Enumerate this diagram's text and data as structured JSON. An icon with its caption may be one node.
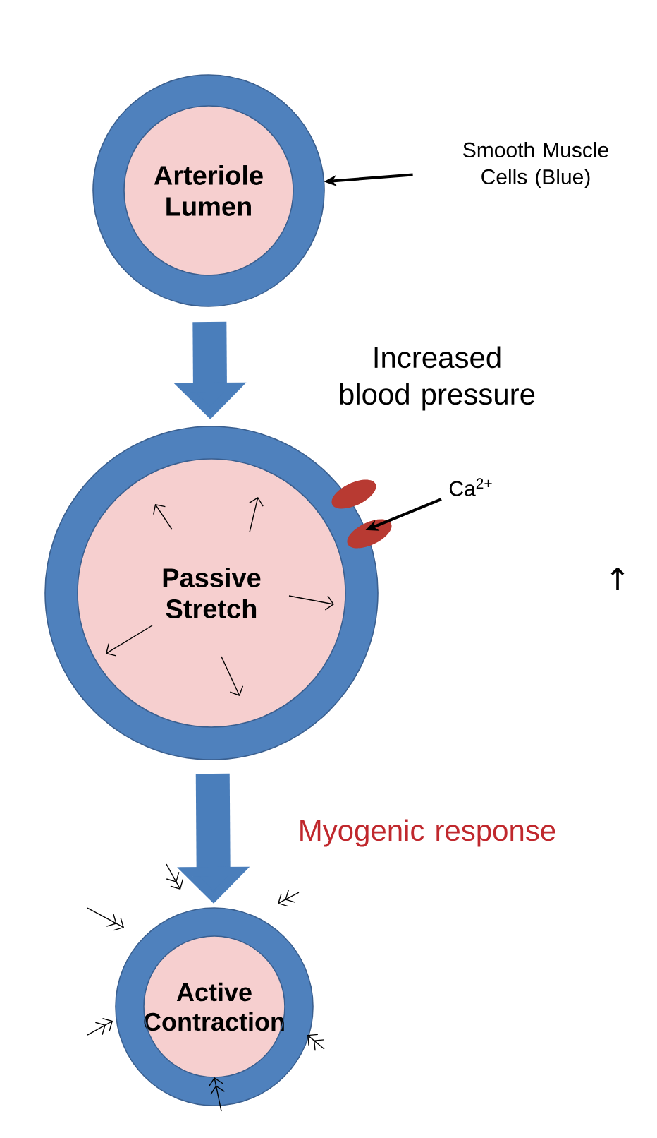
{
  "diagram": {
    "nodes": [
      {
        "text": [
          "Arteriole Lumen"
        ]
      },
      {
        "text": [
          "Passive Stretch"
        ]
      },
      {
        "text": [
          "Active Contraction"
        ]
      },
      {
        "text": [
          "Smooth Muscle Cells (Blue)"
        ]
      },
      {
        "text": [
          "Ca$^{2+}$"
        ]
      }
    ],
    "edges": [
      {
        "from": 0,
        "to": 1,
        "arrow": "to",
        "style": "thick",
        "label": "Increased blood pressure"
      },
      {
        "from": 1,
        "to": 2,
        "arrow": "to",
        "style": "thick",
        "label": "Myogenic response"
      },
      {
        "from": 3,
        "to": 0,
        "arrow": "to",
        "color": "#000000"
      },
      {
        "from": 4,
        "to": 1,
        "arrow": "to",
        "color": "#000000"
      }
    ],
    "labels": [
      "↑"
    ]
  }
}
